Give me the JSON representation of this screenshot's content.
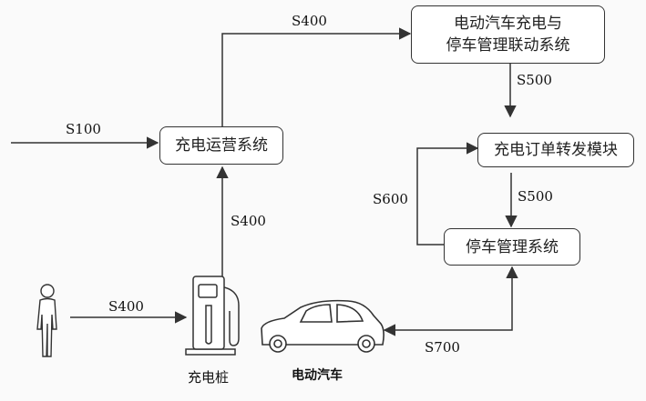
{
  "boxes": {
    "linkage_system_line1": "电动汽车充电与",
    "linkage_system_line2": "停车管理联动系统",
    "charging_operation": "充电运营系统",
    "order_forwarding": "充电订单转发模块",
    "parking_management": "停车管理系统"
  },
  "step_labels": {
    "s100": "S100",
    "s400_top": "S400",
    "s400_vertical": "S400",
    "s400_person": "S400",
    "s500_top": "S500",
    "s500_mid": "S500",
    "s600": "S600",
    "s700": "S700"
  },
  "captions": {
    "charging_pile": "充电桩",
    "electric_vehicle": "电动汽车"
  },
  "icons": [
    "person-icon",
    "charging-pile-icon",
    "car-icon"
  ],
  "colors": {
    "line": "#333333",
    "box_border": "#333333",
    "background": "#fafafa"
  }
}
